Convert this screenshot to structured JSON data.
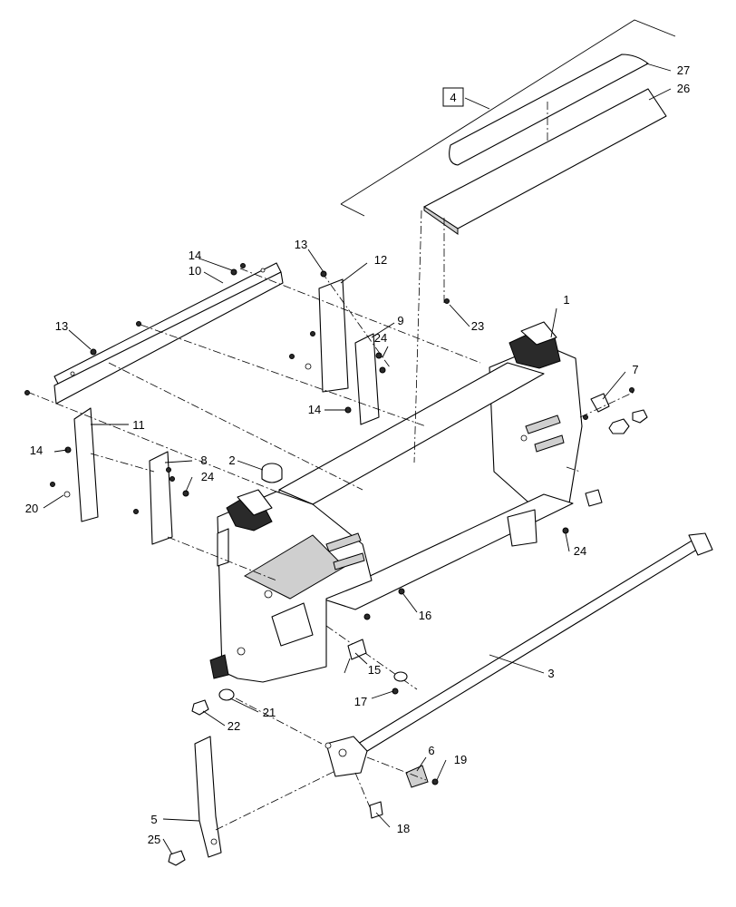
{
  "callouts": [
    {
      "id": "c1",
      "label": "1",
      "boxed": false
    },
    {
      "id": "c2",
      "label": "2",
      "boxed": false
    },
    {
      "id": "c3",
      "label": "3",
      "boxed": false
    },
    {
      "id": "c4",
      "label": "4",
      "boxed": true
    },
    {
      "id": "c5",
      "label": "5",
      "boxed": false
    },
    {
      "id": "c6",
      "label": "6",
      "boxed": false
    },
    {
      "id": "c7",
      "label": "7",
      "boxed": false
    },
    {
      "id": "c8",
      "label": "8",
      "boxed": false
    },
    {
      "id": "c9",
      "label": "9",
      "boxed": false
    },
    {
      "id": "c10",
      "label": "10",
      "boxed": false
    },
    {
      "id": "c11",
      "label": "11",
      "boxed": false
    },
    {
      "id": "c12",
      "label": "12",
      "boxed": false
    },
    {
      "id": "c13a",
      "label": "13",
      "boxed": false
    },
    {
      "id": "c13b",
      "label": "13",
      "boxed": false
    },
    {
      "id": "c14a",
      "label": "14",
      "boxed": false
    },
    {
      "id": "c14b",
      "label": "14",
      "boxed": false
    },
    {
      "id": "c14c",
      "label": "14",
      "boxed": false
    },
    {
      "id": "c15",
      "label": "15",
      "boxed": false
    },
    {
      "id": "c16",
      "label": "16",
      "boxed": false
    },
    {
      "id": "c17",
      "label": "17",
      "boxed": false
    },
    {
      "id": "c18",
      "label": "18",
      "boxed": false
    },
    {
      "id": "c19",
      "label": "19",
      "boxed": false
    },
    {
      "id": "c20",
      "label": "20",
      "boxed": false
    },
    {
      "id": "c21",
      "label": "21",
      "boxed": false
    },
    {
      "id": "c22",
      "label": "22",
      "boxed": false
    },
    {
      "id": "c23",
      "label": "23",
      "boxed": false
    },
    {
      "id": "c24a",
      "label": "24",
      "boxed": false
    },
    {
      "id": "c24b",
      "label": "24",
      "boxed": false
    },
    {
      "id": "c24c",
      "label": "24",
      "boxed": false
    },
    {
      "id": "c25",
      "label": "25",
      "boxed": false
    },
    {
      "id": "c26",
      "label": "26",
      "boxed": false
    },
    {
      "id": "c27",
      "label": "27",
      "boxed": false
    }
  ]
}
